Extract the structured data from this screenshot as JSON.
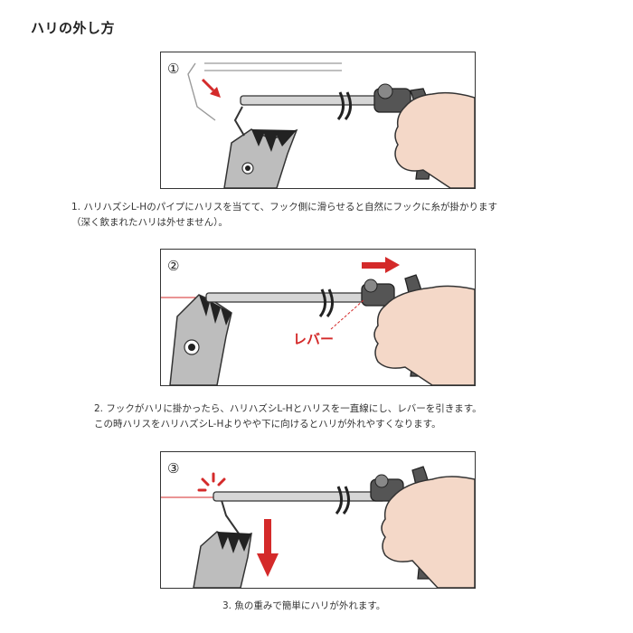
{
  "page": {
    "title": "ハリの外し方"
  },
  "steps": [
    {
      "number": "①",
      "caption_line1": "1. ハリハズシL-Hのパイプにハリスを当てて、フック側に滑らせると自然にフックに糸が掛かります",
      "caption_line2": "（深く飲まれたハリは外せません）。"
    },
    {
      "number": "②",
      "lever_label": "レバー",
      "caption_line1": "2. フックがハリに掛かったら、ハリハズシL-Hとハリスを一直線にし、レバーを引きます。",
      "caption_line2": "この時ハリスをハリハズシL-Hよりやや下に向けるとハリが外れやすくなります。"
    },
    {
      "number": "③",
      "caption_line1": "3. 魚の重みで簡単にハリが外れます。"
    }
  ],
  "colors": {
    "accent_red": "#d42a2a",
    "frame_border": "#333333",
    "tool_pipe": "#d6d6d6",
    "tool_handle": "#555555",
    "skin": "#f4d8c8",
    "fish": "#bdbdbd"
  }
}
